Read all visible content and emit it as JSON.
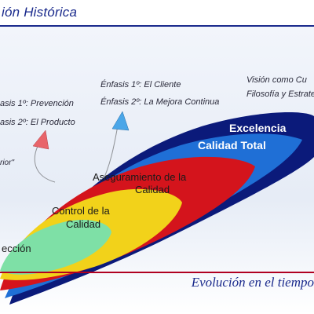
{
  "header": {
    "title": "ión Histórica"
  },
  "annotations": {
    "left_1": "asis 1º: Prevención",
    "left_2": "asis 2º: El Producto",
    "left_3": "rior\"",
    "mid_1": "Énfasis 1º: El Cliente",
    "mid_2": "Énfasis 2º: La Mejora Continua",
    "right_1": "Visión como Cu",
    "right_2": "Filosofía y Estrate"
  },
  "stages": {
    "excelencia": "Excelencia",
    "calidad_total": "Calidad Total",
    "aseguramiento_1": "Aseguramiento de la",
    "aseguramiento_2": "Calidad",
    "control_1": "Control de la",
    "control_2": "Calidad",
    "inspeccion": "ección"
  },
  "footer": {
    "text": "Evolución en el tiempo"
  },
  "colors": {
    "excelencia": "#0b1a7a",
    "calidad_total": "#1f6fd6",
    "aseguramiento": "#d4141c",
    "control": "#f2d21a",
    "inspeccion": "#7ee0a6",
    "arrow_left": "#e8646a",
    "arrow_mid": "#4aa6e8"
  }
}
